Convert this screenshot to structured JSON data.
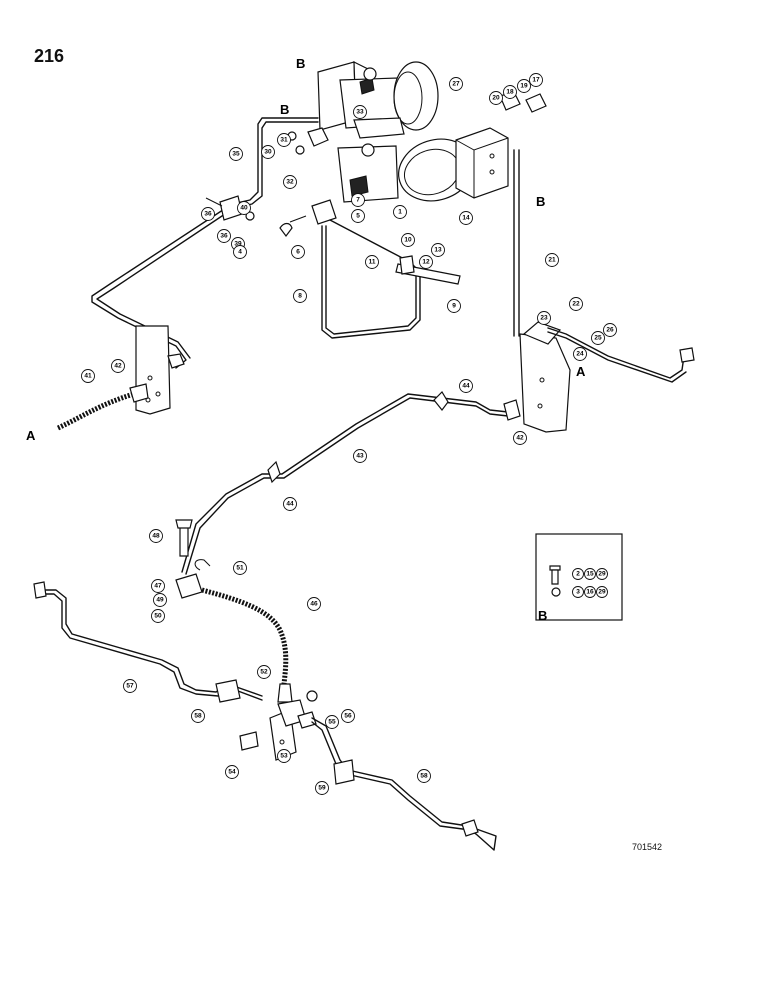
{
  "page_number": "216",
  "drawing_number": "701542",
  "letter_labels": [
    "B",
    "B",
    "B",
    "A",
    "A",
    "B"
  ],
  "callouts": [
    "27",
    "33",
    "31",
    "30",
    "35",
    "32",
    "7",
    "5",
    "1",
    "14",
    "20",
    "18",
    "19",
    "17",
    "36",
    "40",
    "36",
    "39",
    "4",
    "6",
    "10",
    "12",
    "13",
    "11",
    "8",
    "9",
    "21",
    "22",
    "23",
    "26",
    "25",
    "24",
    "41",
    "42",
    "44",
    "42",
    "43",
    "44",
    "48",
    "51",
    "47",
    "49",
    "50",
    "46",
    "57",
    "52",
    "56",
    "55",
    "58",
    "54",
    "53",
    "59",
    "58",
    "2",
    "15",
    "29",
    "3",
    "16",
    "29"
  ]
}
